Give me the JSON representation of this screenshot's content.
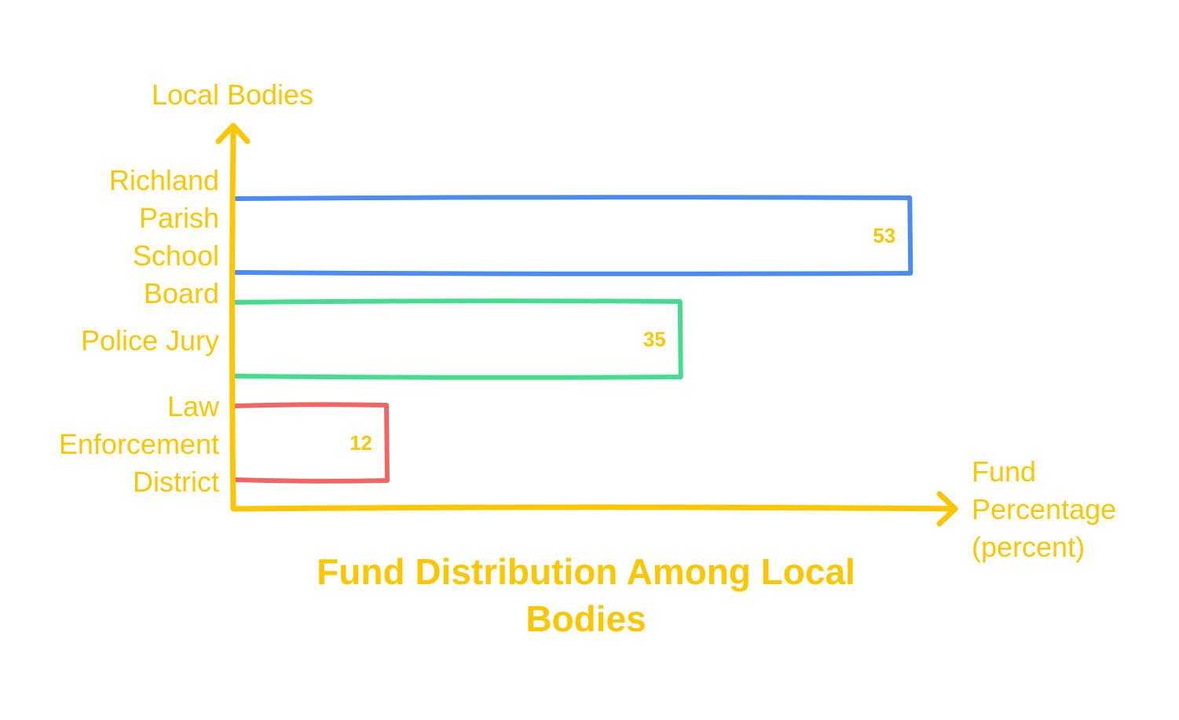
{
  "chart_data": {
    "type": "bar",
    "orientation": "horizontal",
    "title": "Fund Distribution Among Local Bodies",
    "ylabel": "Local Bodies",
    "xlabel": "Fund Percentage (percent)",
    "categories": [
      "Richland Parish School Board",
      "Police Jury",
      "Law Enforcement District"
    ],
    "values": [
      53,
      35,
      12
    ],
    "bar_colors": [
      "#4a8cf0",
      "#44dd8e",
      "#f26565"
    ],
    "text_color": "#fdc600",
    "axis_color": "#fdc600",
    "grid": false,
    "legend": "none"
  }
}
